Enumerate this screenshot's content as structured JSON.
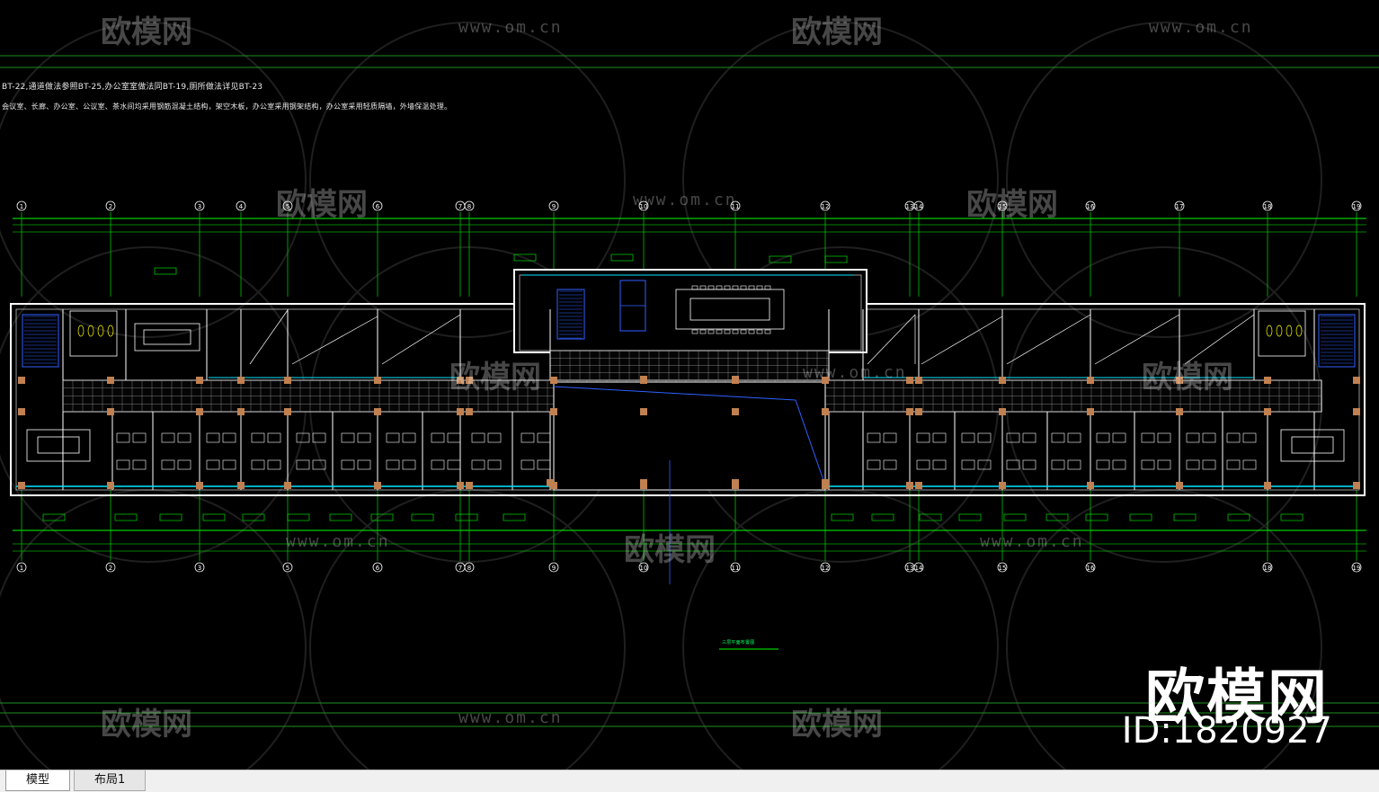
{
  "drawing": {
    "note_line1": "BT-22,通道做法参照BT-25,办公室室做法同BT-19,厕所做法详见BT-23",
    "note_line2": "会议室、长廊、办公室、公议室、茶水间均采用钢筋混凝土结构，架空木板，办公室采用钢架结构，办公室采用轻质隔墙，外墙保温处理。",
    "title_under_plan": "三层平面布置图",
    "axis_labels_top": [
      "1",
      "2",
      "3",
      "4",
      "5",
      "6",
      "7",
      "8",
      "9",
      "10",
      "11",
      "12",
      "13",
      "14",
      "15",
      "16",
      "17",
      "18",
      "19"
    ],
    "axis_labels_bottom": [
      "1",
      "2",
      "3",
      "5",
      "6",
      "7",
      "8",
      "9",
      "10",
      "11",
      "12",
      "13",
      "14",
      "15",
      "16",
      "18",
      "19"
    ]
  },
  "watermark": {
    "logo_text": "欧模网",
    "url_text": "www.om.cn",
    "url_partial": "www.om.cn",
    "brand": "欧模网",
    "id_text": "ID:1820927"
  },
  "tabs": [
    {
      "label": "模型",
      "active": true
    },
    {
      "label": "布局1",
      "active": false
    }
  ],
  "colors": {
    "background": "#000000",
    "wall": "#ffffff",
    "axis_line": "#00c400",
    "window": "#00e5ff",
    "column": "#c08050",
    "dimension": "#00ff00",
    "floor_grid": "#9a9a9a",
    "stair": "#3060ff"
  }
}
